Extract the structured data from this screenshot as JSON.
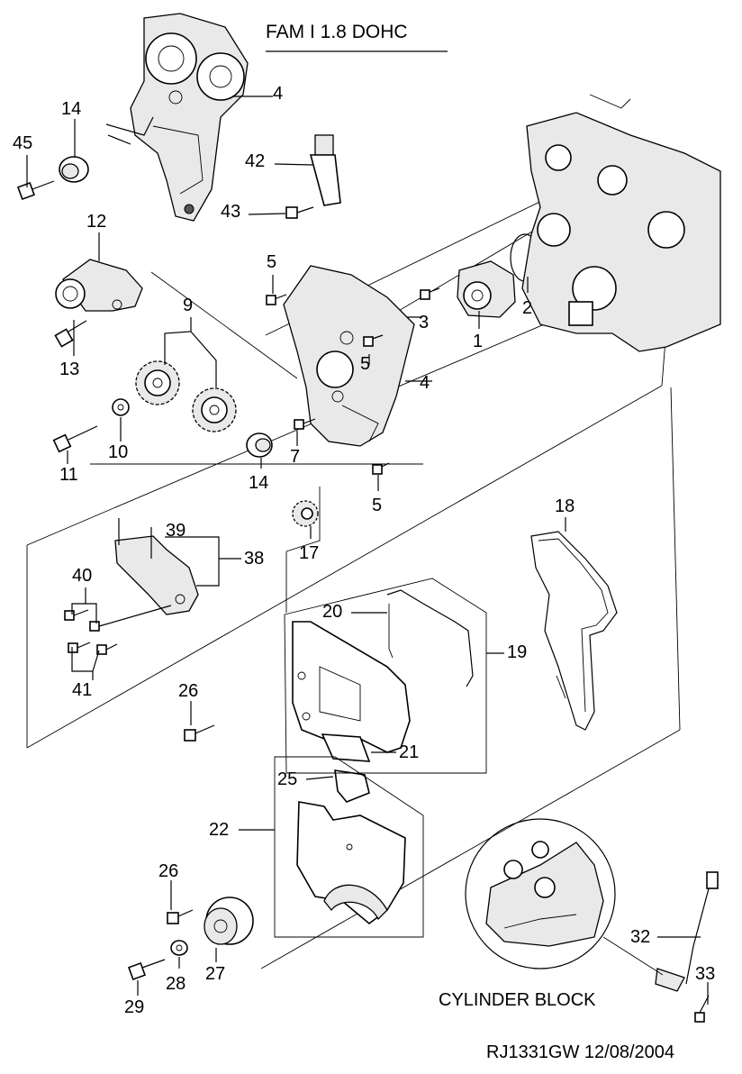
{
  "title": "FAM I  1.8 DOHC",
  "inset_caption": "CYLINDER BLOCK",
  "footer": "RJ1331GW  12/08/2004",
  "callouts": {
    "c1": "1",
    "c2": "2",
    "c3": "3",
    "c4a": "4",
    "c4b": "4",
    "c5a": "5",
    "c5b": "5",
    "c5c": "5",
    "c7": "7",
    "c9": "9",
    "c10": "10",
    "c11": "11",
    "c12": "12",
    "c13": "13",
    "c14a": "14",
    "c14b": "14",
    "c17": "17",
    "c18": "18",
    "c19": "19",
    "c20": "20",
    "c21": "21",
    "c22": "22",
    "c25": "25",
    "c26a": "26",
    "c26b": "26",
    "c27": "27",
    "c28": "28",
    "c29": "29",
    "c32": "32",
    "c33": "33",
    "c38": "38",
    "c39": "39",
    "c40": "40",
    "c41": "41",
    "c42": "42",
    "c43": "43",
    "c45": "45"
  }
}
